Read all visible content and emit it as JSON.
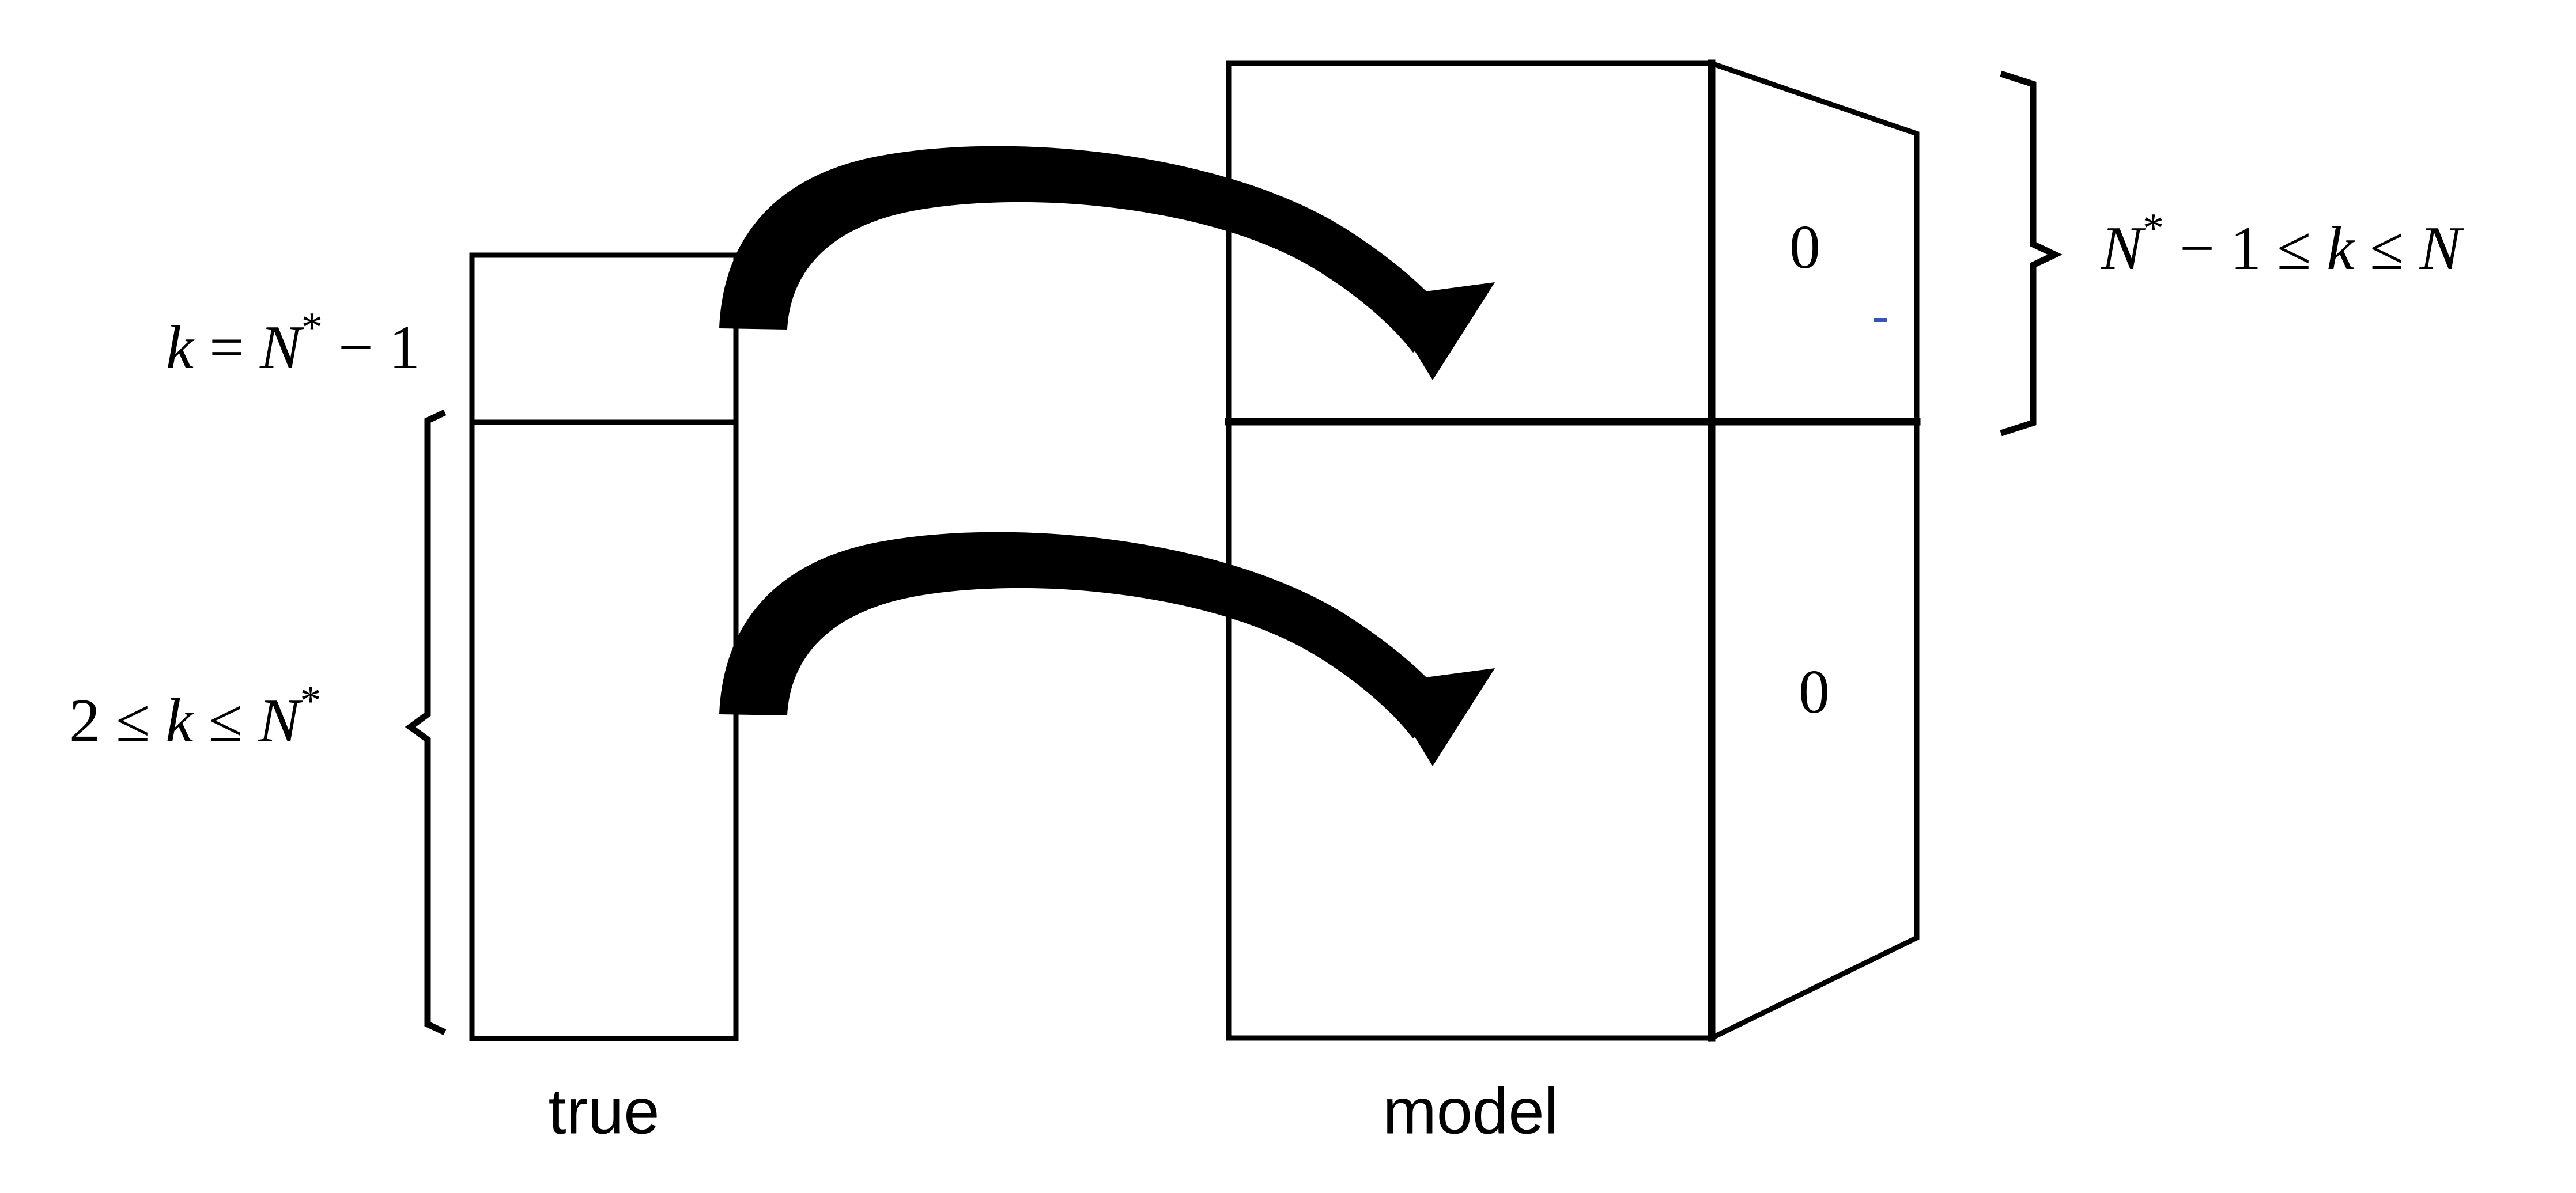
{
  "diagram": {
    "title": "true-vs-model-layer-mapping",
    "background_color": "#ffffff",
    "line_color": "#000000",
    "columns": [
      {
        "id": "true",
        "axis_label": "true",
        "rows": [
          {
            "id": "true-top",
            "range_label": "k = N* − 1",
            "value": ""
          },
          {
            "id": "true-bottom",
            "range_label": "2 ≤ k ≤ N*",
            "value": ""
          }
        ]
      },
      {
        "id": "model",
        "axis_label": "model",
        "rows": [
          {
            "id": "model-top",
            "range_label": "N* − 1 ≤ k ≤ N",
            "value": "0"
          },
          {
            "id": "model-bottom",
            "range_label": "",
            "value": "0"
          }
        ]
      }
    ],
    "labels": {
      "left_top": {
        "parts": {
          "var": "k",
          "eq": " = ",
          "n": "N",
          "star": "*",
          "rest": " − 1"
        },
        "plain": "k = N* − 1"
      },
      "left_bottom": {
        "parts": {
          "lower": "2 ≤ ",
          "var": "k",
          "upper": " ≤ ",
          "n": "N",
          "star": "*"
        },
        "plain": "2 ≤ k ≤ N*"
      },
      "right_top": {
        "parts": {
          "n": "N",
          "star": "*",
          "mid": " − 1 ≤ ",
          "var": "k",
          "tail": " ≤ ",
          "n2": "N"
        },
        "plain": "N* − 1 ≤ k ≤ N"
      },
      "bottom_left": "true",
      "bottom_right": "model"
    },
    "cell_values": {
      "model_top": "0",
      "model_bottom": "0"
    },
    "arrows": [
      {
        "id": "arrow-top",
        "from": "true-top",
        "to": "model-top"
      },
      {
        "id": "arrow-bottom",
        "from": "true-bottom",
        "to": "model-bottom"
      }
    ]
  }
}
